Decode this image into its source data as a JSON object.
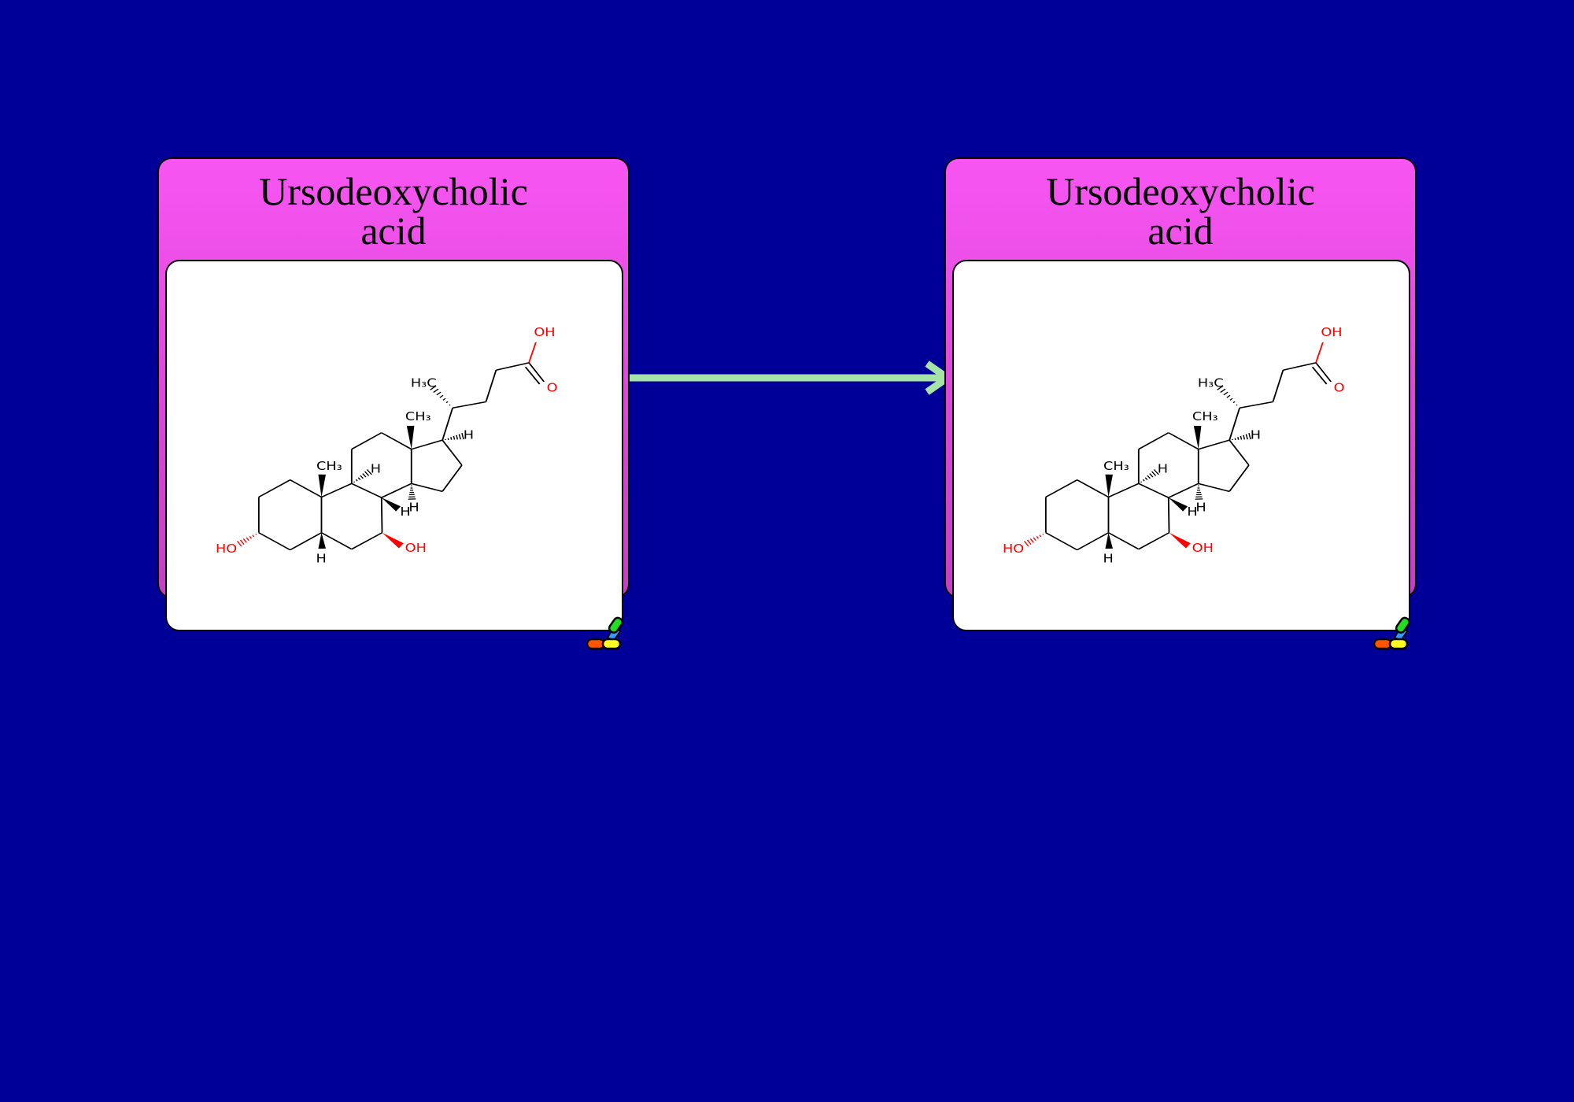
{
  "nodes": [
    {
      "title_line1": "Ursodeoxycholic",
      "title_line2": "acid"
    },
    {
      "title_line1": "Ursodeoxycholic",
      "title_line2": "acid"
    }
  ],
  "molecule_labels": {
    "carboxyl_oh": "OH",
    "carbonyl_o": "O",
    "methyl_21": "H₃C",
    "methyl_18": "CH₃",
    "methyl_19": "CH₃",
    "h_9": "H",
    "h_8": "H",
    "h_14": "H",
    "h_17": "H",
    "h_5": "H",
    "ho_3": "HO",
    "oh_7": "OH"
  },
  "colors": {
    "background": "#000099",
    "node_fill": "#f855f2",
    "arrow": "#a6e3a6",
    "heteroatom": "#ff0000"
  }
}
